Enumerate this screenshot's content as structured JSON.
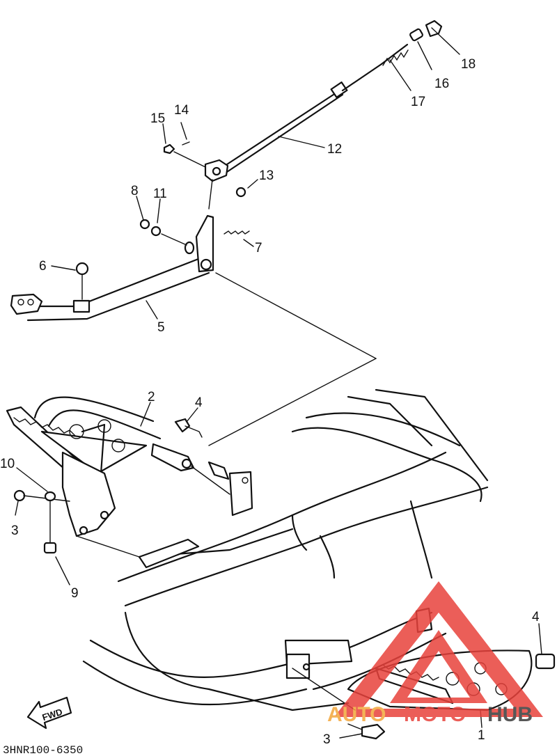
{
  "diagram": {
    "part_callouts": [
      "1",
      "2",
      "3",
      "3",
      "4",
      "4",
      "5",
      "6",
      "7",
      "8",
      "9",
      "10",
      "11",
      "12",
      "13",
      "14",
      "15",
      "16",
      "17",
      "18"
    ],
    "fwd_label": "FWD",
    "drawing_code": "3HNR100-6350"
  },
  "watermark": {
    "text_part1": "AUTO",
    "text_part2": "MOTO",
    "text_part3": "HUB",
    "colors": {
      "primary": "#e8423c",
      "secondary": "#f3a63a",
      "dark": "#3a3a3a"
    }
  }
}
